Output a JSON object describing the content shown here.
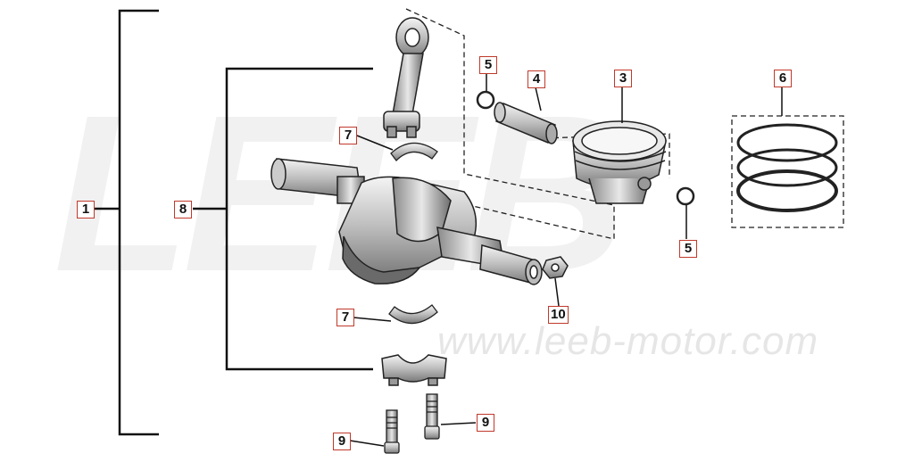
{
  "watermark": {
    "logo": "LEEB",
    "url": "www.leeb-motor.com"
  },
  "callouts": {
    "c1": "1",
    "c3": "3",
    "c4": "4",
    "c5a": "5",
    "c5b": "5",
    "c6": "6",
    "c7a": "7",
    "c7b": "7",
    "c8": "8",
    "c9a": "9",
    "c9b": "9",
    "c10": "10"
  },
  "colors": {
    "callout_border": "#c0392b",
    "line": "#111111",
    "part_fill": "#d8d8d8",
    "part_dark": "#555555"
  }
}
